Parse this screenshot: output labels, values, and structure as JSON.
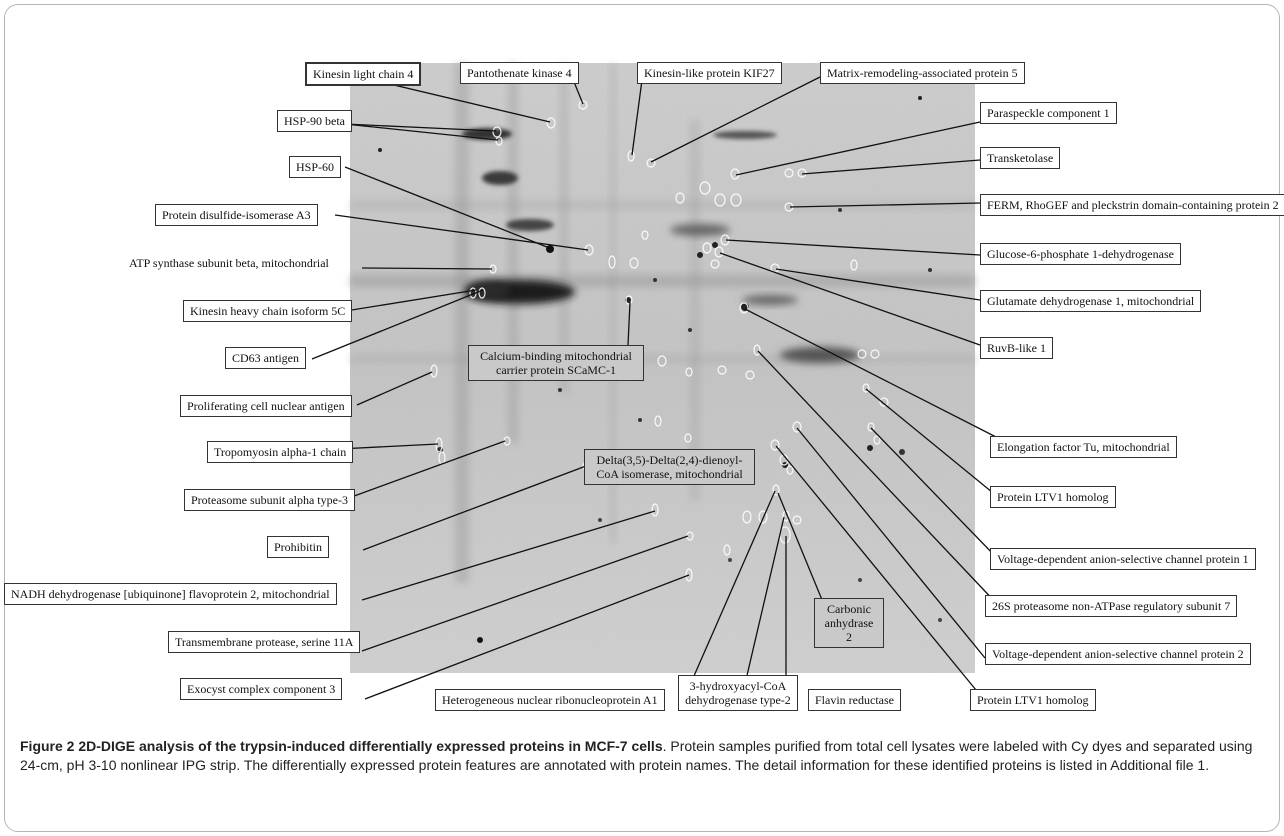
{
  "figure": {
    "labels": {
      "kinesin_light_chain_4": "Kinesin light chain 4",
      "pantothenate_kinase_4": "Pantothenate kinase 4",
      "kinesin_like_protein_kif27": "Kinesin-like protein KIF27",
      "matrix_remodeling_5": "Matrix-remodeling-associated protein 5",
      "hsp90_beta": "HSP-90 beta",
      "hsp60": "HSP-60",
      "protein_disulfide_isomerase_a3": "Protein disulfide-isomerase A3",
      "atp_synthase_beta": "ATP synthase subunit beta, mitochondrial",
      "kinesin_heavy_chain_5c": "Kinesin heavy chain isoform 5C",
      "cd63_antigen": "CD63 antigen",
      "pcna": "Proliferating cell nuclear antigen",
      "tropomyosin_alpha1": "Tropomyosin alpha-1 chain",
      "proteasome_alpha3": "Proteasome subunit alpha type-3",
      "prohibitin": "Prohibitin",
      "nadh_dehydrogenase": "NADH dehydrogenase [ubiquinone] flavoprotein 2, mitochondrial",
      "transmembrane_protease": "Transmembrane protease, serine 11A",
      "exocyst_complex": "Exocyst complex component 3",
      "hnrnp_a1": "Heterogeneous nuclear ribonucleoprotein A1",
      "hydroxyacyl_coa": "3-hydroxyacyl-CoA dehydrogenase type-2",
      "flavin_reductase": "Flavin reductase",
      "carbonic_anhydrase": "Carbonic anhydrase 2",
      "protein_ltv1_bottom": "Protein LTV1 homolog",
      "paraspeckle": "Paraspeckle component 1",
      "transketolase": "Transketolase",
      "ferm_rhogef": "FERM, RhoGEF and pleckstrin domain-containing protein 2",
      "g6pd": "Glucose-6-phosphate 1-dehydrogenase",
      "glutamate_dehydrogenase": "Glutamate dehydrogenase 1, mitochondrial",
      "ruvb_like_1": "RuvB-like 1",
      "elongation_factor_tu": "Elongation factor Tu, mitochondrial",
      "protein_ltv1_right": "Protein LTV1 homolog",
      "vdac1": "Voltage-dependent anion-selective channel protein 1",
      "proteasome_26s": "26S proteasome non-ATPase regulatory subunit 7",
      "vdac2": "Voltage-dependent anion-selective channel protein 2",
      "scamc1": "Calcium-binding mitochondrial carrier protein SCaMC-1",
      "dienoyl_coa": "Delta(3,5)-Delta(2,4)-dienoyl-CoA isomerase, mitochondrial"
    }
  },
  "caption": {
    "title": "Figure 2 2D-DIGE analysis of the trypsin-induced differentially expressed proteins in MCF-7 cells",
    "text": ". Protein samples purified from total cell lysates were labeled with Cy dyes and separated using 24-cm, pH 3-10 nonlinear IPG strip. The differentially expressed protein features are annotated with protein names. The detail information for these identified proteins is listed in Additional file 1."
  }
}
